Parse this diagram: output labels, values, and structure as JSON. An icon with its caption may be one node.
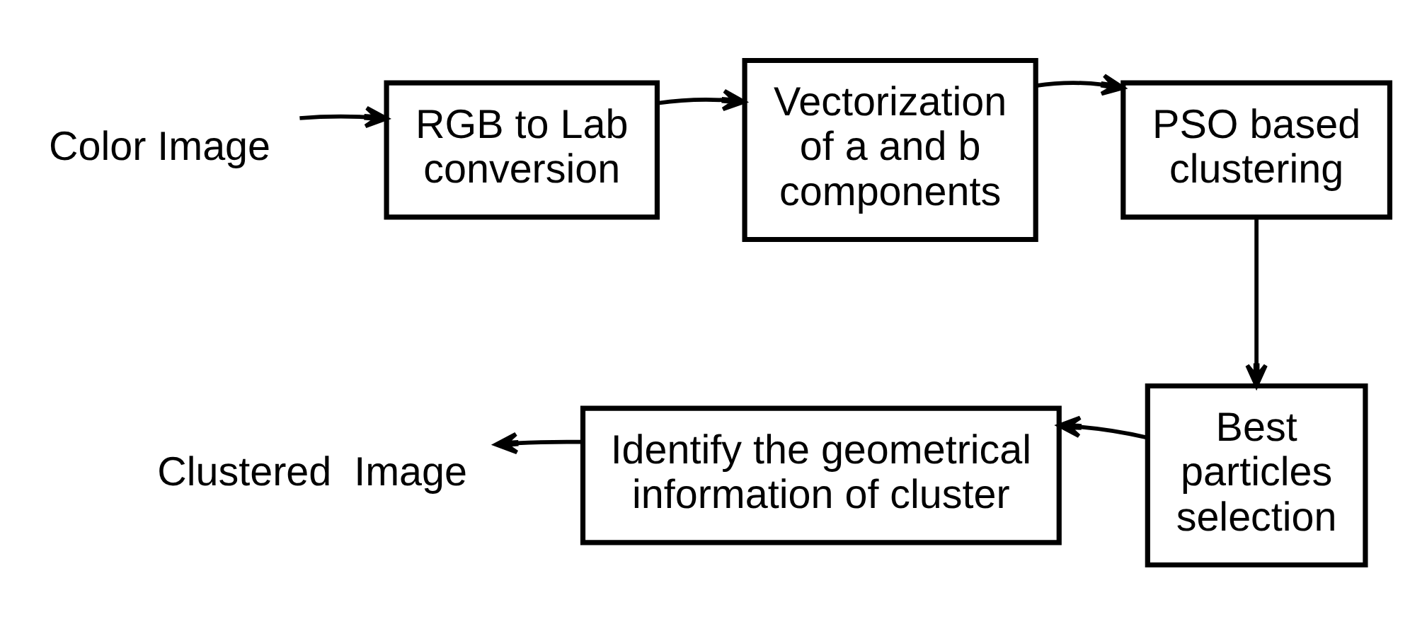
{
  "diagram": {
    "nodes": [
      {
        "text": [
          "Color Image"
        ]
      },
      {
        "text": [
          "RGB to Lab conversion"
        ]
      },
      {
        "text": [
          "Vectorization of a and b components"
        ]
      },
      {
        "text": [
          "PSO based clustering"
        ]
      },
      {
        "text": [
          "Best particles selection"
        ]
      },
      {
        "text": [
          "Identify the geometrical information of cluster"
        ]
      },
      {
        "text": [
          "Clustered  Image"
        ]
      }
    ],
    "edges": [
      {
        "from": 0,
        "to": 1,
        "arrow": "to"
      },
      {
        "from": 1,
        "to": 2,
        "arrow": "to"
      },
      {
        "from": 2,
        "to": 3,
        "arrow": "to"
      },
      {
        "from": 3,
        "to": 4,
        "arrow": "to"
      },
      {
        "from": 4,
        "to": 5,
        "arrow": "to"
      },
      {
        "from": 5,
        "to": 6,
        "arrow": "to"
      }
    ]
  }
}
